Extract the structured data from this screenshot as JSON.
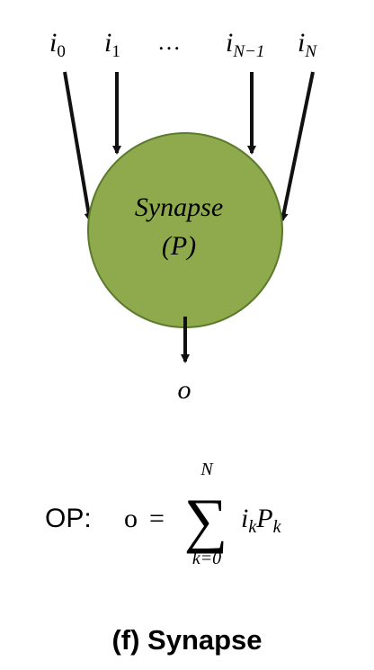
{
  "inputs": [
    {
      "base": "i",
      "sub": "0"
    },
    {
      "base": "i",
      "sub": "1"
    },
    {
      "ellipsis": "…"
    },
    {
      "base": "i",
      "sub": "N−1"
    },
    {
      "base": "i",
      "sub": "N"
    }
  ],
  "node": {
    "name": "Synapse",
    "param": "(P)",
    "fill_color": "#8faa4c",
    "stroke_color": "#5b7a2c"
  },
  "output": {
    "label": "o"
  },
  "formula": {
    "prefix": "OP:",
    "lhs": "o",
    "equals": "=",
    "sum_symbol": "∑",
    "upper": "N",
    "lower": "k=0",
    "term_i": "i",
    "term_i_sub": "k",
    "term_p": "P",
    "term_p_sub": "k"
  },
  "caption": "(f) Synapse",
  "colors": {
    "arrow": "#111111",
    "text": "#111111"
  }
}
